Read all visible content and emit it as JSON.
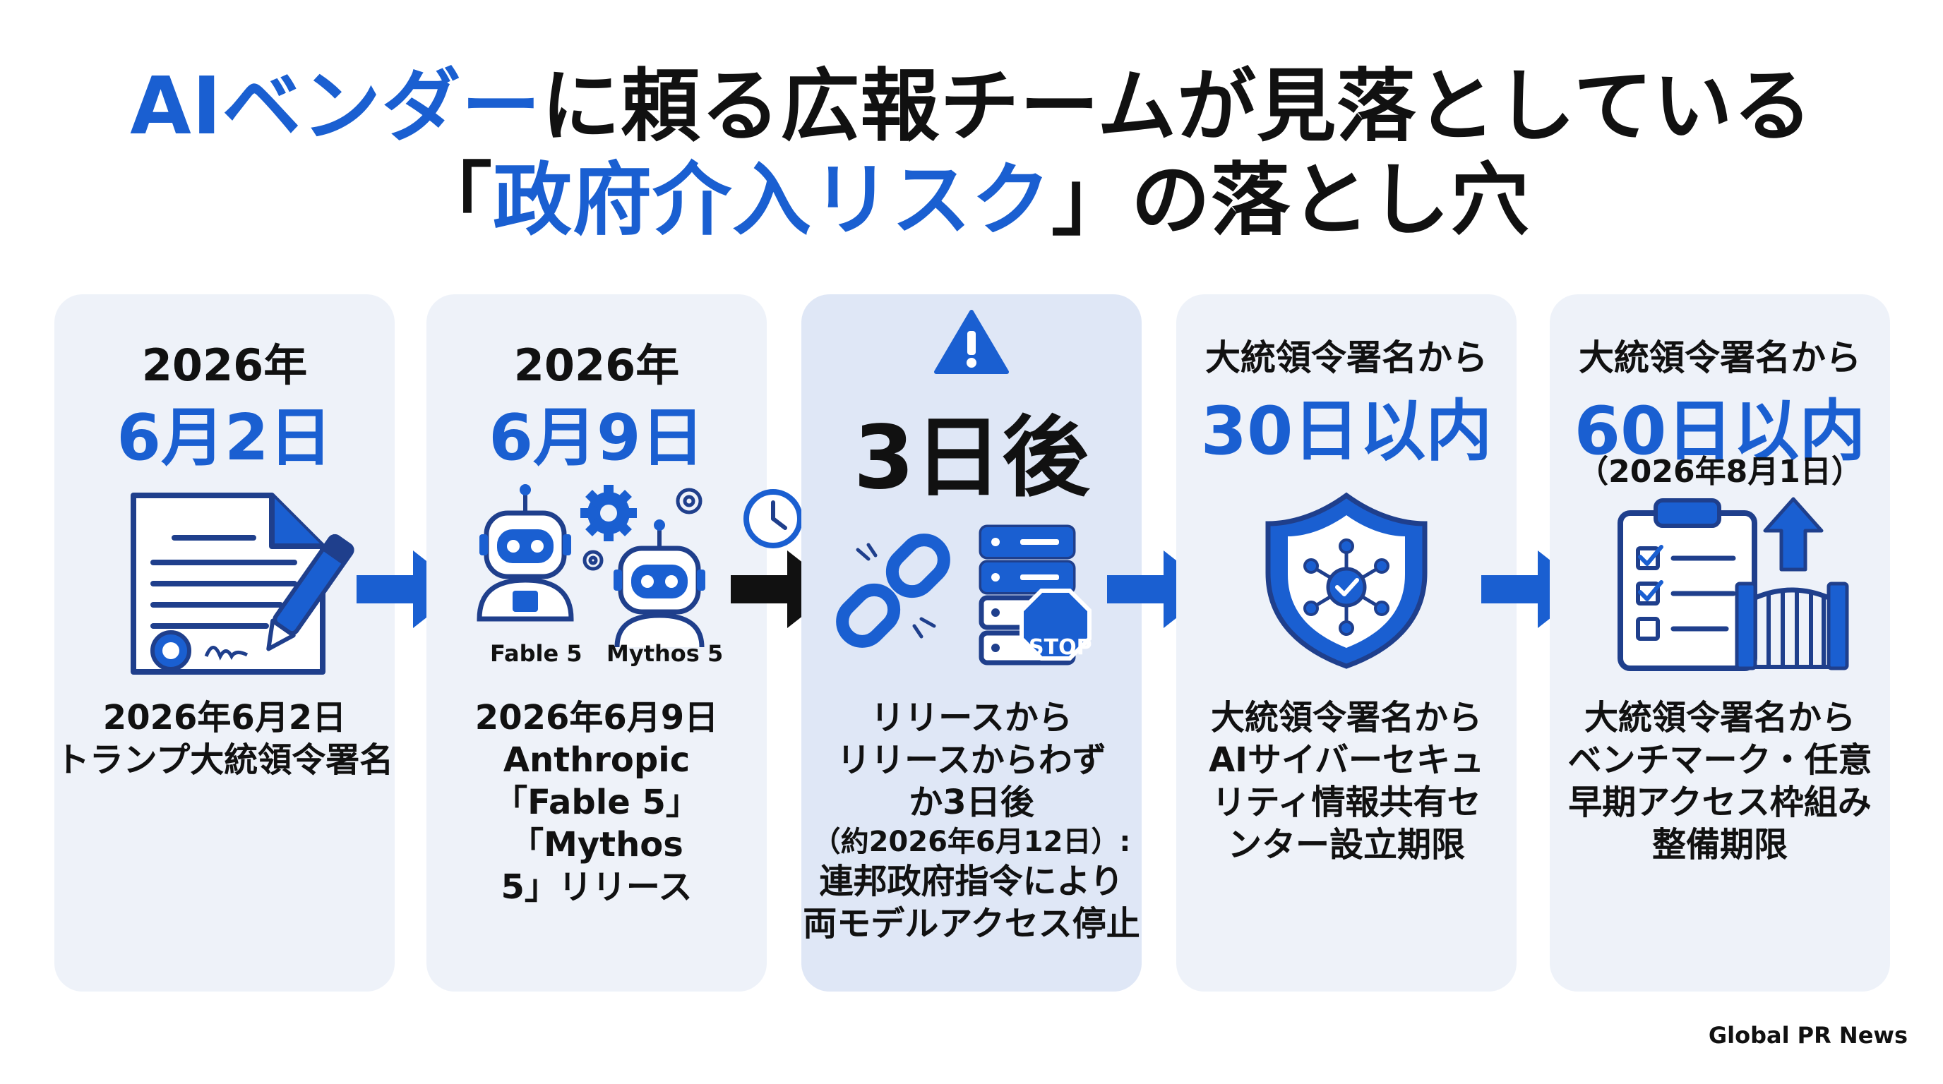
{
  "title": {
    "line1_blue": "AIベンダー",
    "line1_rest": "に頼る広報チームが見落としている",
    "line2_open": "「",
    "line2_blue": "政府介入リスク",
    "line2_rest": "」の落とし穴"
  },
  "cards": [
    {
      "year": "2026年",
      "date": "6月2日",
      "icon": "signed-document-icon",
      "desc": [
        "2026年6月2日",
        "トランプ大統領令署名"
      ]
    },
    {
      "year": "2026年",
      "date": "6月9日",
      "icon": "ai-robots-icon",
      "robot_labels": [
        "Fable 5",
        "Mythos 5"
      ],
      "desc": [
        "2026年6月9日",
        "Anthropic",
        "「Fable 5」「Mythos",
        "5」リリース"
      ]
    },
    {
      "headline": "3日後",
      "icon": "broken-chain-server-stop-icon",
      "stop_label": "STOP",
      "desc": [
        "リリースから",
        "リリースからわず",
        "か3日後"
      ],
      "desc_small": "（約2026年6月12日）:",
      "desc2": [
        "連邦政府指令により",
        "両モデルアクセス停止"
      ]
    },
    {
      "pre": "大統領令署名から",
      "span": "30日以内",
      "icon": "security-shield-icon",
      "desc": [
        "大統領令署名から",
        "AIサイバーセキュ",
        "リティ情報共有セ",
        "ンター設立期限"
      ]
    },
    {
      "pre": "大統領令署名から",
      "span": "60日以内",
      "paren": "（2026年8月1日）",
      "icon": "checklist-gate-icon",
      "desc": [
        "大統領令署名から",
        "ベンチマーク・任意",
        "早期アクセス枠組み",
        "整備期限"
      ]
    }
  ],
  "footer": "Global PR News",
  "colors": {
    "accent": "#1a5fd1",
    "card": "#eef2f9",
    "card_highlight": "#dfe7f6",
    "black_arrow": "#111111"
  }
}
